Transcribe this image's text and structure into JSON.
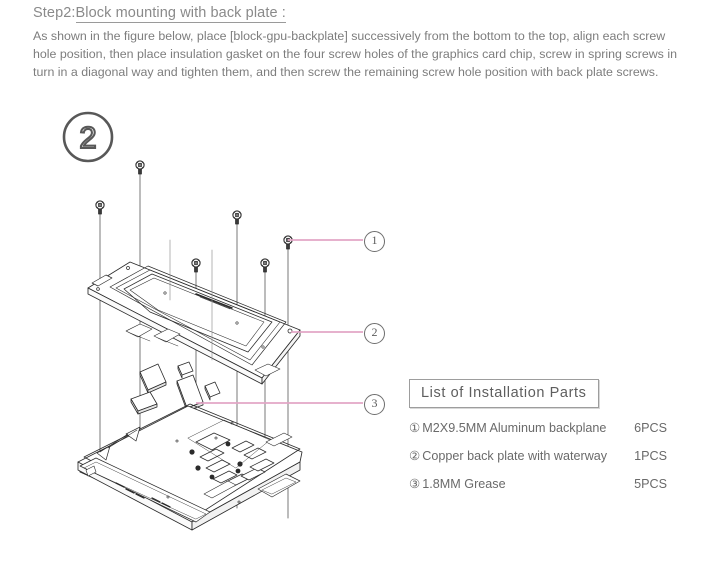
{
  "header": {
    "step_label": "Step2:",
    "step_title": "Block mounting with back plate :",
    "body": "As shown in the figure below, place [block-gpu-backplate] successively from the bottom to the top, align each screw hole position, then place insulation gasket on the four screw holes of the graphics card chip, screw in spring screws in turn in a diagonal way and tighten them, and then screw the remaining screw hole position with back plate screws."
  },
  "step_badge": {
    "number": "2"
  },
  "callouts": [
    {
      "id": "1",
      "symbol": "①",
      "marker": "1"
    },
    {
      "id": "2",
      "symbol": "②",
      "marker": "2"
    },
    {
      "id": "3",
      "symbol": "③",
      "marker": "3"
    }
  ],
  "parts_list": {
    "title": "List of Installation Parts",
    "rows": [
      {
        "marker": "①",
        "name": "M2X9.5MM Aluminum backplane",
        "qty": "6PCS"
      },
      {
        "marker": "②",
        "name": "Copper back plate with waterway",
        "qty": "1PCS"
      },
      {
        "marker": "③",
        "name": "1.8MM Grease",
        "qty": "5PCS"
      }
    ]
  },
  "colors": {
    "text_gray": "#7d7d7d",
    "line_black": "#2b2b2b",
    "leader_pink": "#e2a6c6",
    "panel_border": "#9d9d9d"
  }
}
